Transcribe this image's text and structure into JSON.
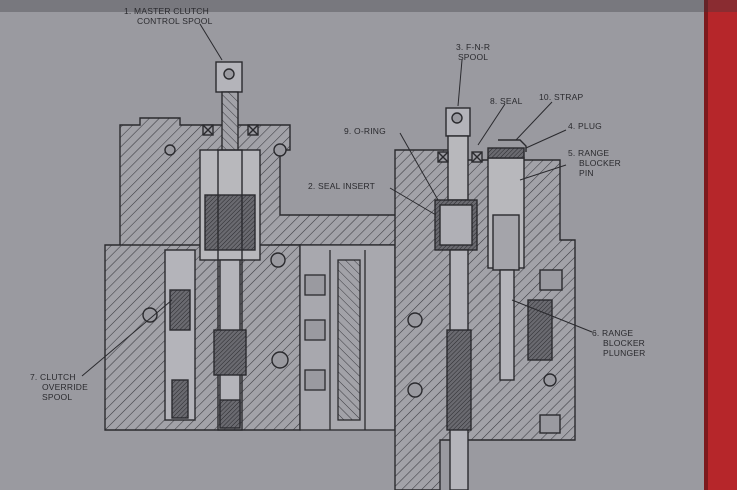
{
  "colors": {
    "paper": "#9a9aa0",
    "ink": "#2a2a2e",
    "binder": "#b6262a",
    "background": "#2b2b2f"
  },
  "labels": {
    "master_clutch": {
      "line1": "1. MASTER CLUTCH",
      "line2": "CONTROL SPOOL"
    },
    "seal_insert": {
      "line1": "2. SEAL INSERT"
    },
    "fnr_spool": {
      "line1": "3. F-N-R",
      "line2": "SPOOL"
    },
    "plug": {
      "line1": "4. PLUG"
    },
    "range_blocker_pin": {
      "line1": "5. RANGE",
      "line2": "BLOCKER",
      "line3": "PIN"
    },
    "range_blocker_plunger": {
      "line1": "6. RANGE",
      "line2": "BLOCKER",
      "line3": "PLUNGER"
    },
    "clutch_override": {
      "line1": "7. CLUTCH",
      "line2": "OVERRIDE",
      "line3": "SPOOL"
    },
    "seal": {
      "line1": "8. SEAL"
    },
    "o_ring": {
      "line1": "9. O-RING"
    },
    "strap": {
      "line1": "10. STRAP"
    }
  }
}
